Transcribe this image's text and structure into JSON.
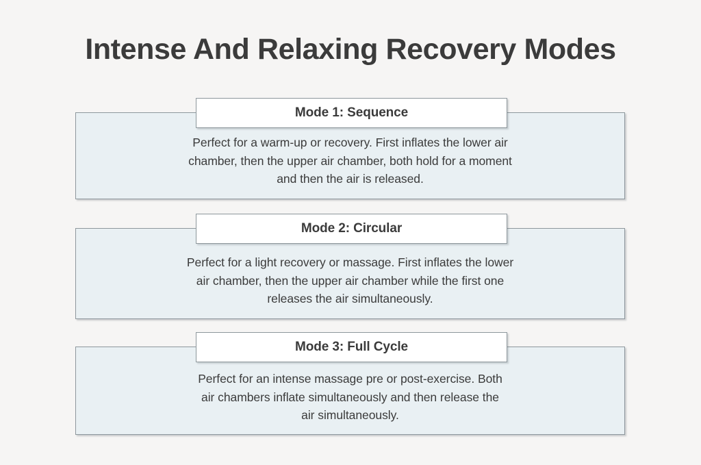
{
  "page": {
    "title": "Intense And Relaxing Recovery Modes",
    "background_color": "#f6f5f4",
    "text_color": "#3b3b3b",
    "card_fill_color": "#e9f0f3",
    "card_border_color": "#8d979c",
    "label_fill_color": "#ffffff"
  },
  "cards": [
    {
      "label": "Mode 1: Sequence",
      "body": "Perfect for a warm-up or recovery. First inflates the lower air\nchamber, then the upper air chamber, both hold for a moment\nand then the air is released."
    },
    {
      "label": "Mode 2: Circular",
      "body": "Perfect for a light recovery or massage. First inflates the lower\nair chamber, then the upper air chamber while the first one\nreleases the air simultaneously."
    },
    {
      "label": "Mode 3: Full Cycle",
      "body": "Perfect for an intense massage pre or post-exercise. Both\nair chambers inflate simultaneously and then release the\nair simultaneously."
    }
  ]
}
